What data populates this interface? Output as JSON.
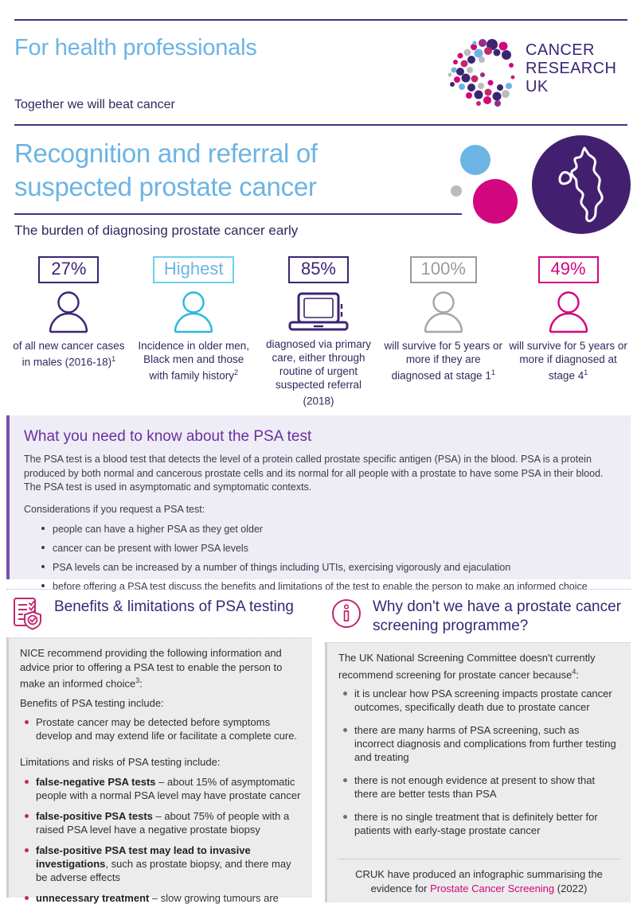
{
  "header": {
    "audience_title": "For health professionals",
    "tagline": "Together we will beat cancer",
    "logo_text": "CANCER\nRESEARCH\nUK",
    "logo_line1": "CANCER",
    "logo_line2": "RESEARCH",
    "logo_line3": "UK"
  },
  "title": {
    "main": "Recognition and referral of suspected prostate cancer",
    "subtitle": "The burden of diagnosing prostate cancer early"
  },
  "stats": [
    {
      "value": "27%",
      "style": "purple",
      "icon": "person-icon",
      "caption": "of all new cancer cases in males (2016-18)",
      "superscript": "1"
    },
    {
      "value": "Highest",
      "style": "cyan",
      "icon": "person-icon",
      "caption": "Incidence in older men, Black men and those with family history",
      "superscript": "2"
    },
    {
      "value": "85%",
      "style": "purple",
      "icon": "laptop-icon",
      "caption": "diagnosed via primary care, either through routine of urgent suspected referral (2018)",
      "superscript": ""
    },
    {
      "value": "100%",
      "style": "grey",
      "icon": "person-icon",
      "caption": "will survive for 5 years or more if they are diagnosed at stage 1",
      "superscript": "1"
    },
    {
      "value": "49%",
      "style": "pink",
      "icon": "person-icon",
      "caption": "will survive for 5 years or more if diagnosed at stage 4",
      "superscript": "1"
    }
  ],
  "psa_panel": {
    "heading": "What you need to know about the PSA test",
    "paragraph": "The PSA test is a blood test that detects the level of a protein called prostate specific antigen (PSA) in the blood. PSA is a protein produced by both normal and cancerous prostate cells and its normal for all people with a prostate to have some PSA in their blood. The PSA test is used in asymptomatic and symptomatic contexts.",
    "considerations_label": "Considerations if you request a PSA test:",
    "bullets": [
      "people can have a higher PSA as they get older",
      "cancer can be present with lower PSA levels",
      "PSA levels can be increased by a number of things including UTIs, exercising vigorously and ejaculation",
      "before offering a PSA test discuss the benefits and limitations of the test to enable the person to make an informed choice"
    ]
  },
  "benefits_column": {
    "icon": "checklist-shield-icon",
    "title": "Benefits & limitations of PSA testing",
    "intro": "NICE recommend providing the following information and advice prior to offering a PSA test to enable the person to make an informed choice",
    "intro_sup": "3",
    "intro_tail": ":",
    "benefits_label": "Benefits of PSA testing include:",
    "benefits": [
      {
        "bold": "",
        "text": "Prostate cancer may be detected before symptoms develop and may extend life or facilitate a complete cure."
      }
    ],
    "limitations_label": "Limitations and risks of PSA testing include:",
    "limitations": [
      {
        "bold": "false-negative PSA tests",
        "text": " – about 15% of asymptomatic people with a normal PSA level may have prostate cancer"
      },
      {
        "bold": "false-positive PSA tests",
        "text": " – about 75% of people with a raised PSA level have a negative prostate biopsy"
      },
      {
        "bold": "false-positive PSA test may lead to invasive investigations",
        "text": ", such as prostate biopsy, and there may be adverse effects"
      },
      {
        "bold": "unnecessary treatment",
        "text": " – slow growing tumours are common and may not cause any symptoms or shorten life"
      }
    ]
  },
  "screening_column": {
    "icon": "info-circle-icon",
    "title": "Why don't we have a prostate cancer screening programme?",
    "intro": "The UK National Screening Committee doesn't currently recommend screening for prostate cancer because",
    "intro_sup": "4",
    "intro_tail": ":",
    "bullets": [
      "it is unclear how PSA screening impacts prostate cancer outcomes, specifically death due to prostate cancer",
      "there are many harms of PSA screening, such as incorrect diagnosis and complications from further testing and treating",
      "there is not enough evidence at present to show that there are better tests than PSA",
      "there is no single treatment that is definitely better for patients with early-stage prostate cancer"
    ],
    "footnote_prefix": "CRUK have produced an infographic summarising the evidence for ",
    "footnote_link": "Prostate Cancer Screening",
    "footnote_suffix": " (2022)"
  },
  "colors": {
    "purple": "#3b2573",
    "deep_purple": "#43206f",
    "light_blue": "#6cb4e4",
    "cyan": "#6cd0ee",
    "pink": "#d2067f",
    "grey": "#9b9b9b",
    "panel_bg": "#eeecf5",
    "col_bg": "#ececec",
    "heading_purple": "#6b2fa0"
  }
}
